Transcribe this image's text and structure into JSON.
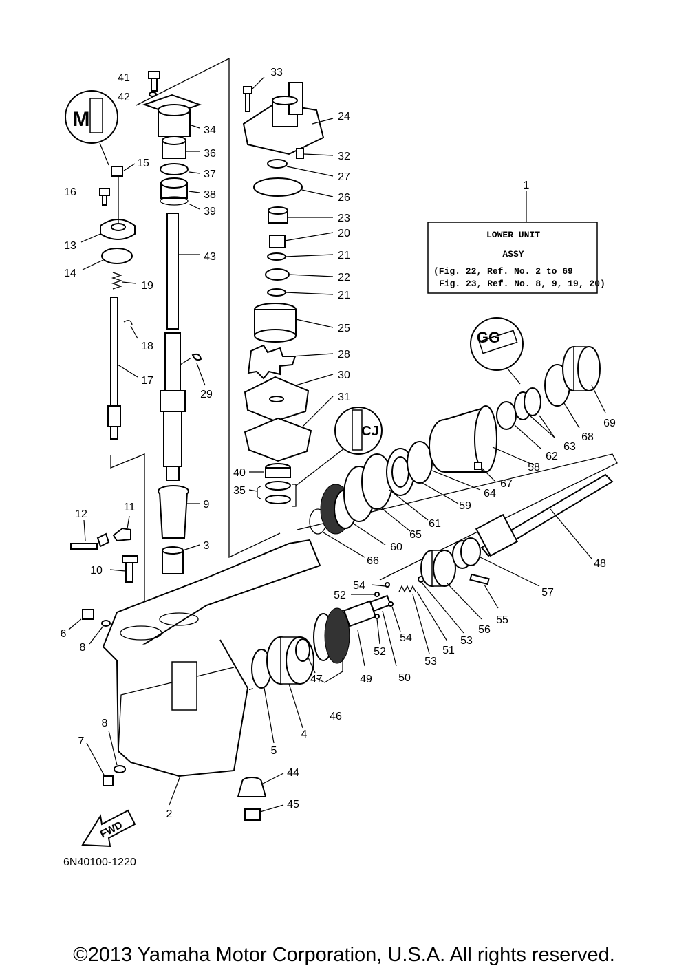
{
  "reference_box": {
    "number": "1",
    "title": "LOWER UNIT",
    "subtitle": "ASSY",
    "line1": "(Fig. 22, Ref. No. 2 to 69",
    "line2": "Fig. 23, Ref. No. 8, 9, 19, 20)"
  },
  "diagram_code": "6N40100-1220",
  "fwd_label": "FWD",
  "lubricant_marks": {
    "top_left": "M",
    "right_upper": "GG",
    "right_mid": "CJ"
  },
  "copyright": "©2013 Yamaha Motor Corporation, U.S.A. All rights reserved.",
  "callouts": {
    "n2": "2",
    "n3": "3",
    "n4": "4",
    "n5": "5",
    "n6": "6",
    "n7": "7",
    "n8a": "8",
    "n8b": "8",
    "n9": "9",
    "n10": "10",
    "n11": "11",
    "n12": "12",
    "n13": "13",
    "n14": "14",
    "n15": "15",
    "n16": "16",
    "n17": "17",
    "n18": "18",
    "n19": "19",
    "n20": "20",
    "n21a": "21",
    "n21b": "21",
    "n22": "22",
    "n23": "23",
    "n24": "24",
    "n25": "25",
    "n26": "26",
    "n27": "27",
    "n28": "28",
    "n29": "29",
    "n30": "30",
    "n31": "31",
    "n32": "32",
    "n33": "33",
    "n34": "34",
    "n35": "35",
    "n36": "36",
    "n37": "37",
    "n38": "38",
    "n39": "39",
    "n40": "40",
    "n41": "41",
    "n42": "42",
    "n43": "43",
    "n44": "44",
    "n45": "45",
    "n46": "46",
    "n47": "47",
    "n48": "48",
    "n49": "49",
    "n50": "50",
    "n51": "51",
    "n52a": "52",
    "n52b": "52",
    "n53a": "53",
    "n53b": "53",
    "n54a": "54",
    "n54b": "54",
    "n55": "55",
    "n56": "56",
    "n57": "57",
    "n58": "58",
    "n59": "59",
    "n60": "60",
    "n61": "61",
    "n62": "62",
    "n63": "63",
    "n64": "64",
    "n65": "65",
    "n66": "66",
    "n67": "67",
    "n68": "68",
    "n69": "69"
  }
}
